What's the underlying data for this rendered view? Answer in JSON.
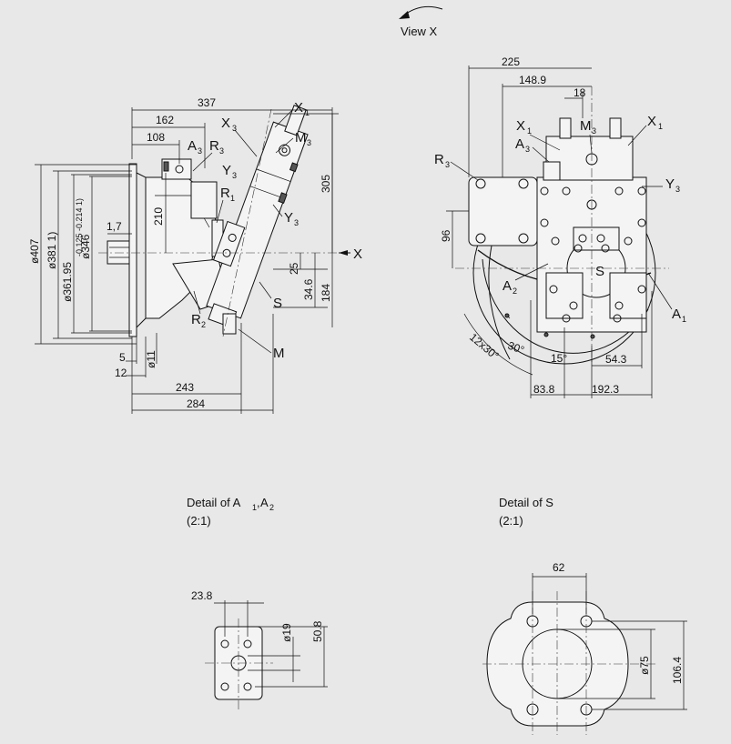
{
  "view_x": "View X",
  "left_view": {
    "d337": "337",
    "d162": "162",
    "d108": "108",
    "d305": "305",
    "d210": "210",
    "d1_7": "1,7",
    "d25": "25",
    "d34_6": "34.6",
    "d184": "184",
    "d5": "5",
    "d12": "12",
    "d11": "ø11",
    "d243": "243",
    "d284": "284",
    "dia407": "ø407",
    "dia381": "ø381 1)",
    "dia361": "ø361.95",
    "tol": "-0.125 -0.214 1)",
    "dia346": "ø346",
    "x_axis": "X"
  },
  "right_view": {
    "d225": "225",
    "d148_9": "148.9",
    "d18": "18",
    "d96": "96",
    "d54_3": "54.3",
    "d83_8": "83.8",
    "d192_3": "192.3",
    "a12x30": "12x30°",
    "a30": "30°",
    "a15": "15°"
  },
  "details": {
    "a_title": "Detail of A1, A2",
    "a_title_main": "Detail of A",
    "a_scale": "(2:1)",
    "s_title": "Detail of S",
    "s_scale": "(2:1)",
    "a_d23_8": "23.8",
    "a_d19": "ø19",
    "a_d50_8": "50.8",
    "s_d62": "62",
    "s_d75": "ø75",
    "s_d106_4": "106.4"
  },
  "ports": {
    "X": "X",
    "A": "A",
    "R": "R",
    "Y": "Y",
    "M": "M",
    "S": "S",
    "s1": "1",
    "s2": "2",
    "s3": "3"
  }
}
